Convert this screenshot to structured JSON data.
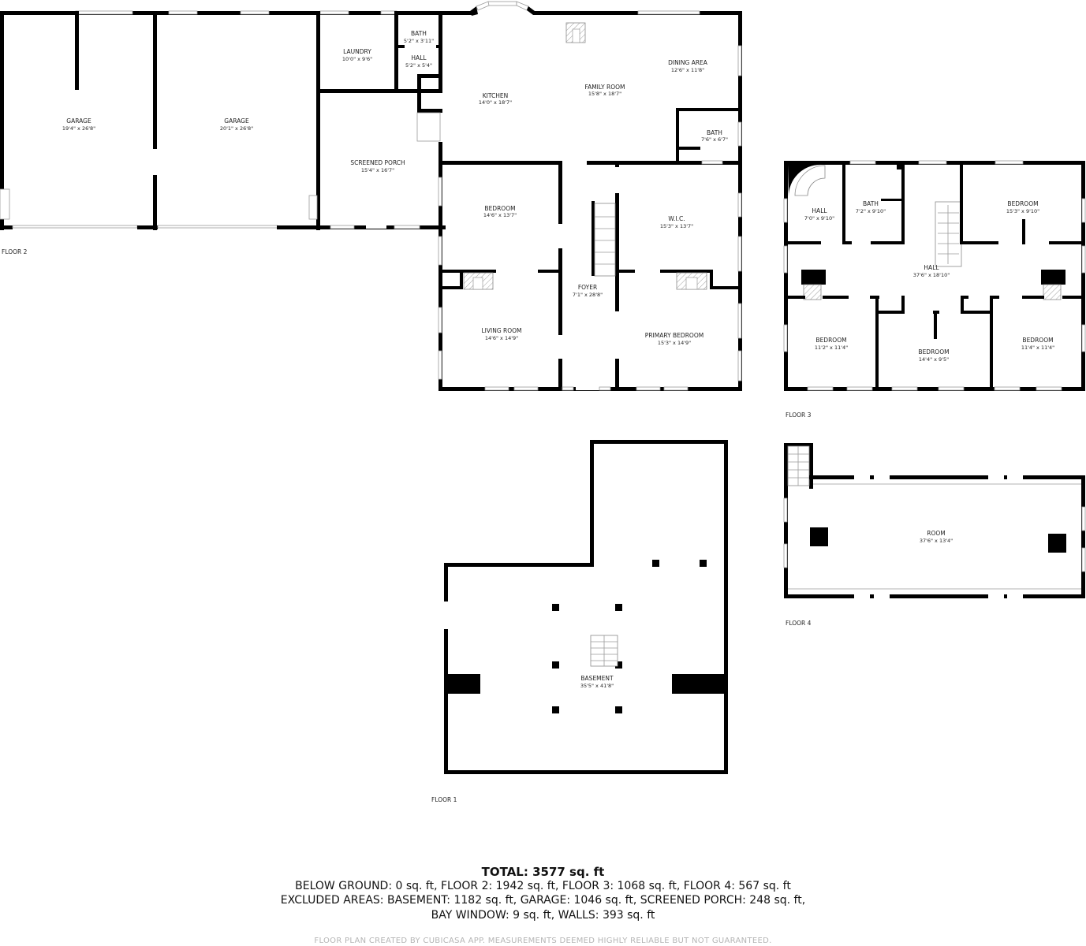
{
  "floors": {
    "floor2": {
      "label": "FLOOR 2",
      "rooms": [
        {
          "name": "GARAGE",
          "dims": "19'4\" x 26'8\""
        },
        {
          "name": "GARAGE",
          "dims": "20'1\" x 26'8\""
        },
        {
          "name": "LAUNDRY",
          "dims": "10'0\" x 9'6\""
        },
        {
          "name": "BATH",
          "dims": "5'2\" x 3'11\""
        },
        {
          "name": "HALL",
          "dims": "5'2\" x 5'4\""
        },
        {
          "name": "SCREENED PORCH",
          "dims": "15'4\" x 16'7\""
        },
        {
          "name": "KITCHEN",
          "dims": "14'0\" x 18'7\""
        },
        {
          "name": "FAMILY ROOM",
          "dims": "15'8\" x 18'7\""
        },
        {
          "name": "DINING AREA",
          "dims": "12'6\" x 11'8\""
        },
        {
          "name": "BATH",
          "dims": "7'6\" x 6'7\""
        },
        {
          "name": "BEDROOM",
          "dims": "14'6\" x 13'7\""
        },
        {
          "name": "W.I.C.",
          "dims": "15'3\" x 13'7\""
        },
        {
          "name": "FOYER",
          "dims": "7'1\" x 28'8\""
        },
        {
          "name": "LIVING ROOM",
          "dims": "14'6\" x 14'9\""
        },
        {
          "name": "PRIMARY BEDROOM",
          "dims": "15'3\" x 14'9\""
        }
      ]
    },
    "floor3": {
      "label": "FLOOR 3",
      "rooms": [
        {
          "name": "HALL",
          "dims": "7'0\" x 9'10\""
        },
        {
          "name": "BATH",
          "dims": "7'2\" x 9'10\""
        },
        {
          "name": "BEDROOM",
          "dims": "15'3\" x 9'10\""
        },
        {
          "name": "HALL",
          "dims": "37'6\" x 18'10\""
        },
        {
          "name": "BEDROOM",
          "dims": "11'2\" x 11'4\""
        },
        {
          "name": "BEDROOM",
          "dims": "14'4\" x 9'5\""
        },
        {
          "name": "BEDROOM",
          "dims": "11'4\" x 11'4\""
        }
      ]
    },
    "floor4": {
      "label": "FLOOR 4",
      "rooms": [
        {
          "name": "ROOM",
          "dims": "37'6\" x 13'4\""
        }
      ]
    },
    "floor1": {
      "label": "FLOOR 1",
      "rooms": [
        {
          "name": "BASEMENT",
          "dims": "35'5\" x 41'8\""
        }
      ]
    }
  },
  "summary": {
    "total": "TOTAL: 3577 sq. ft",
    "line1": "BELOW GROUND: 0 sq. ft, FLOOR 2: 1942 sq. ft, FLOOR 3: 1068 sq. ft, FLOOR 4: 567 sq. ft",
    "line2": "EXCLUDED AREAS: BASEMENT: 1182 sq. ft, GARAGE: 1046 sq. ft, SCREENED PORCH: 248 sq. ft,",
    "line3": "BAY WINDOW: 9 sq. ft, WALLS: 393 sq. ft",
    "credit": "FLOOR PLAN CREATED BY CUBICASA APP. MEASUREMENTS DEEMED HIGHLY RELIABLE BUT NOT GUARANTEED."
  }
}
